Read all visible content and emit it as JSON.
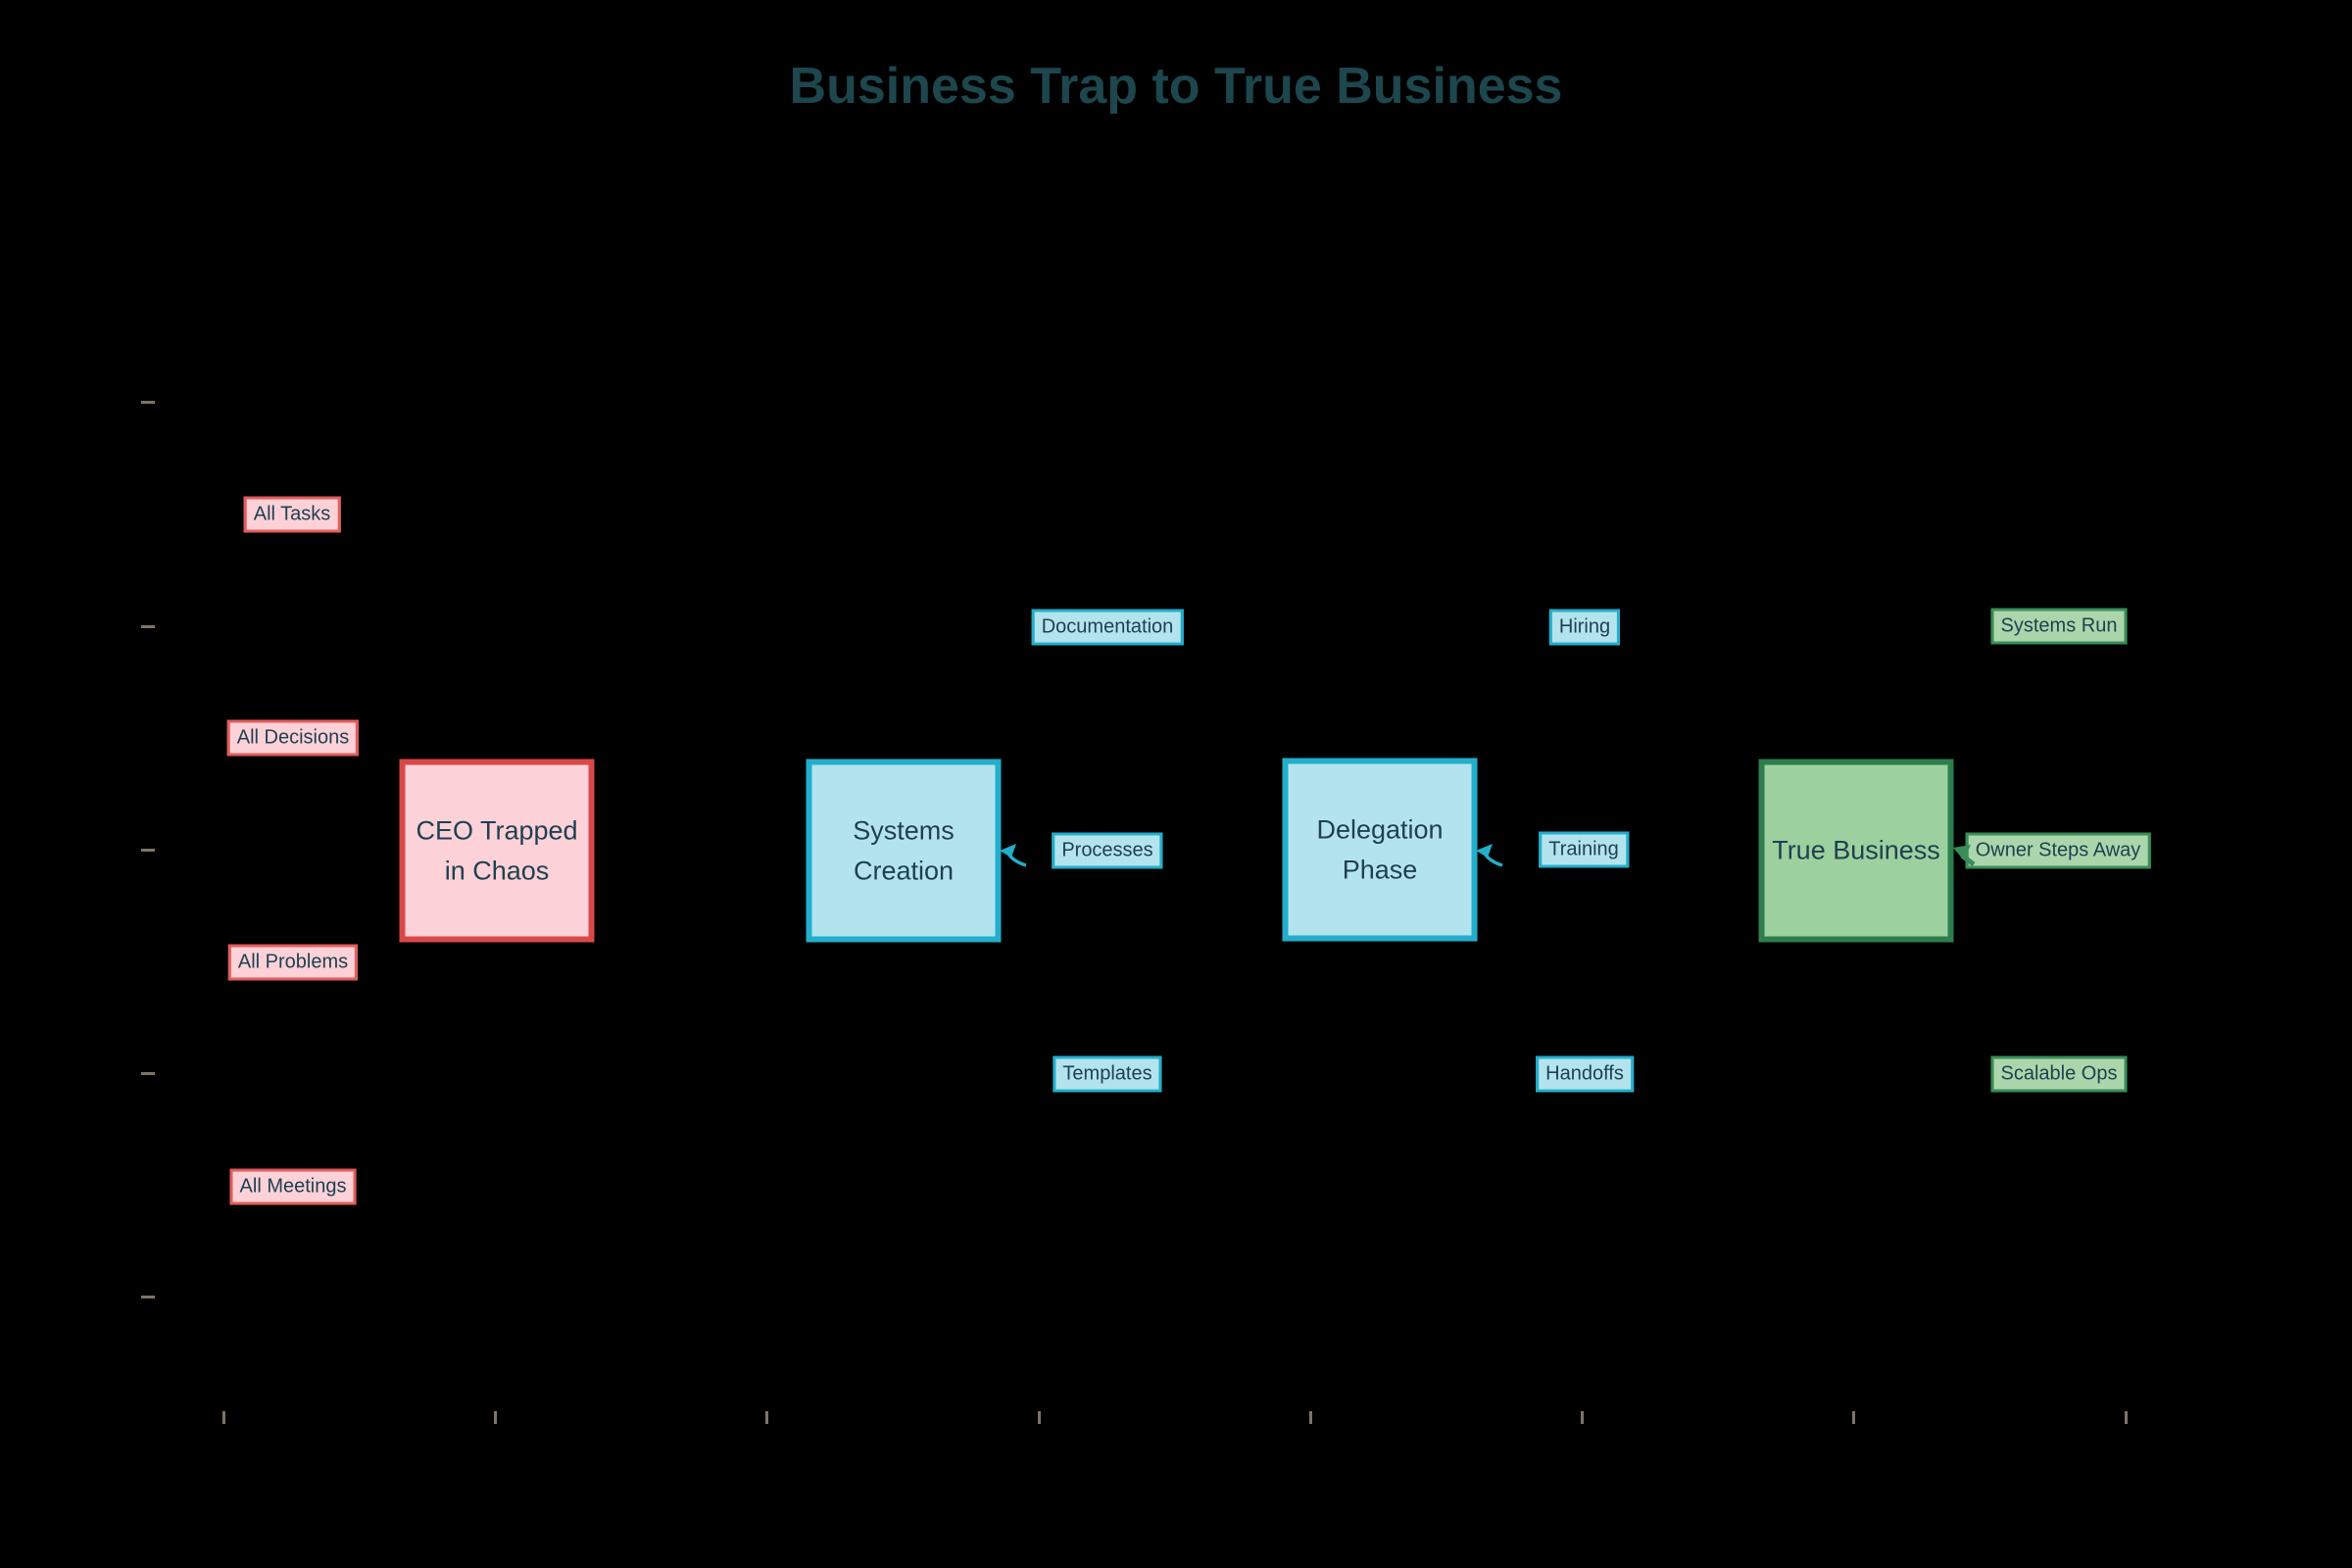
{
  "title": "Business Trap to True Business",
  "colors": {
    "bg": "#000000",
    "title_text": "#1d464d",
    "node_text": "#1f4050",
    "pink_fill": "#fcd1d7",
    "pink_node_border": "#d94848",
    "pink_tag_border": "#e25d5d",
    "blue_fill": "#b3e4ee",
    "blue_border": "#23aecb",
    "green_node_fill": "#9cd09e",
    "green_node_border": "#2e7d4d",
    "green_tag_fill": "#abd6ab",
    "green_tag_border": "#3a8d59",
    "tick": "#7d7468"
  },
  "stages": [
    {
      "line1": "CEO Trapped",
      "line2": "in Chaos"
    },
    {
      "line1": "Systems",
      "line2": "Creation"
    },
    {
      "line1": "Delegation",
      "line2": "Phase"
    },
    {
      "line1": "True Business",
      "line2": ""
    }
  ],
  "chaos_inputs": [
    "All Tasks",
    "All Decisions",
    "All Problems",
    "All Meetings"
  ],
  "systems_outputs": [
    "Documentation",
    "Processes",
    "Templates"
  ],
  "delegation_outputs": [
    "Hiring",
    "Training",
    "Handoffs"
  ],
  "true_business_outputs": [
    "Systems Run",
    "Owner Steps Away",
    "Scalable Ops"
  ]
}
